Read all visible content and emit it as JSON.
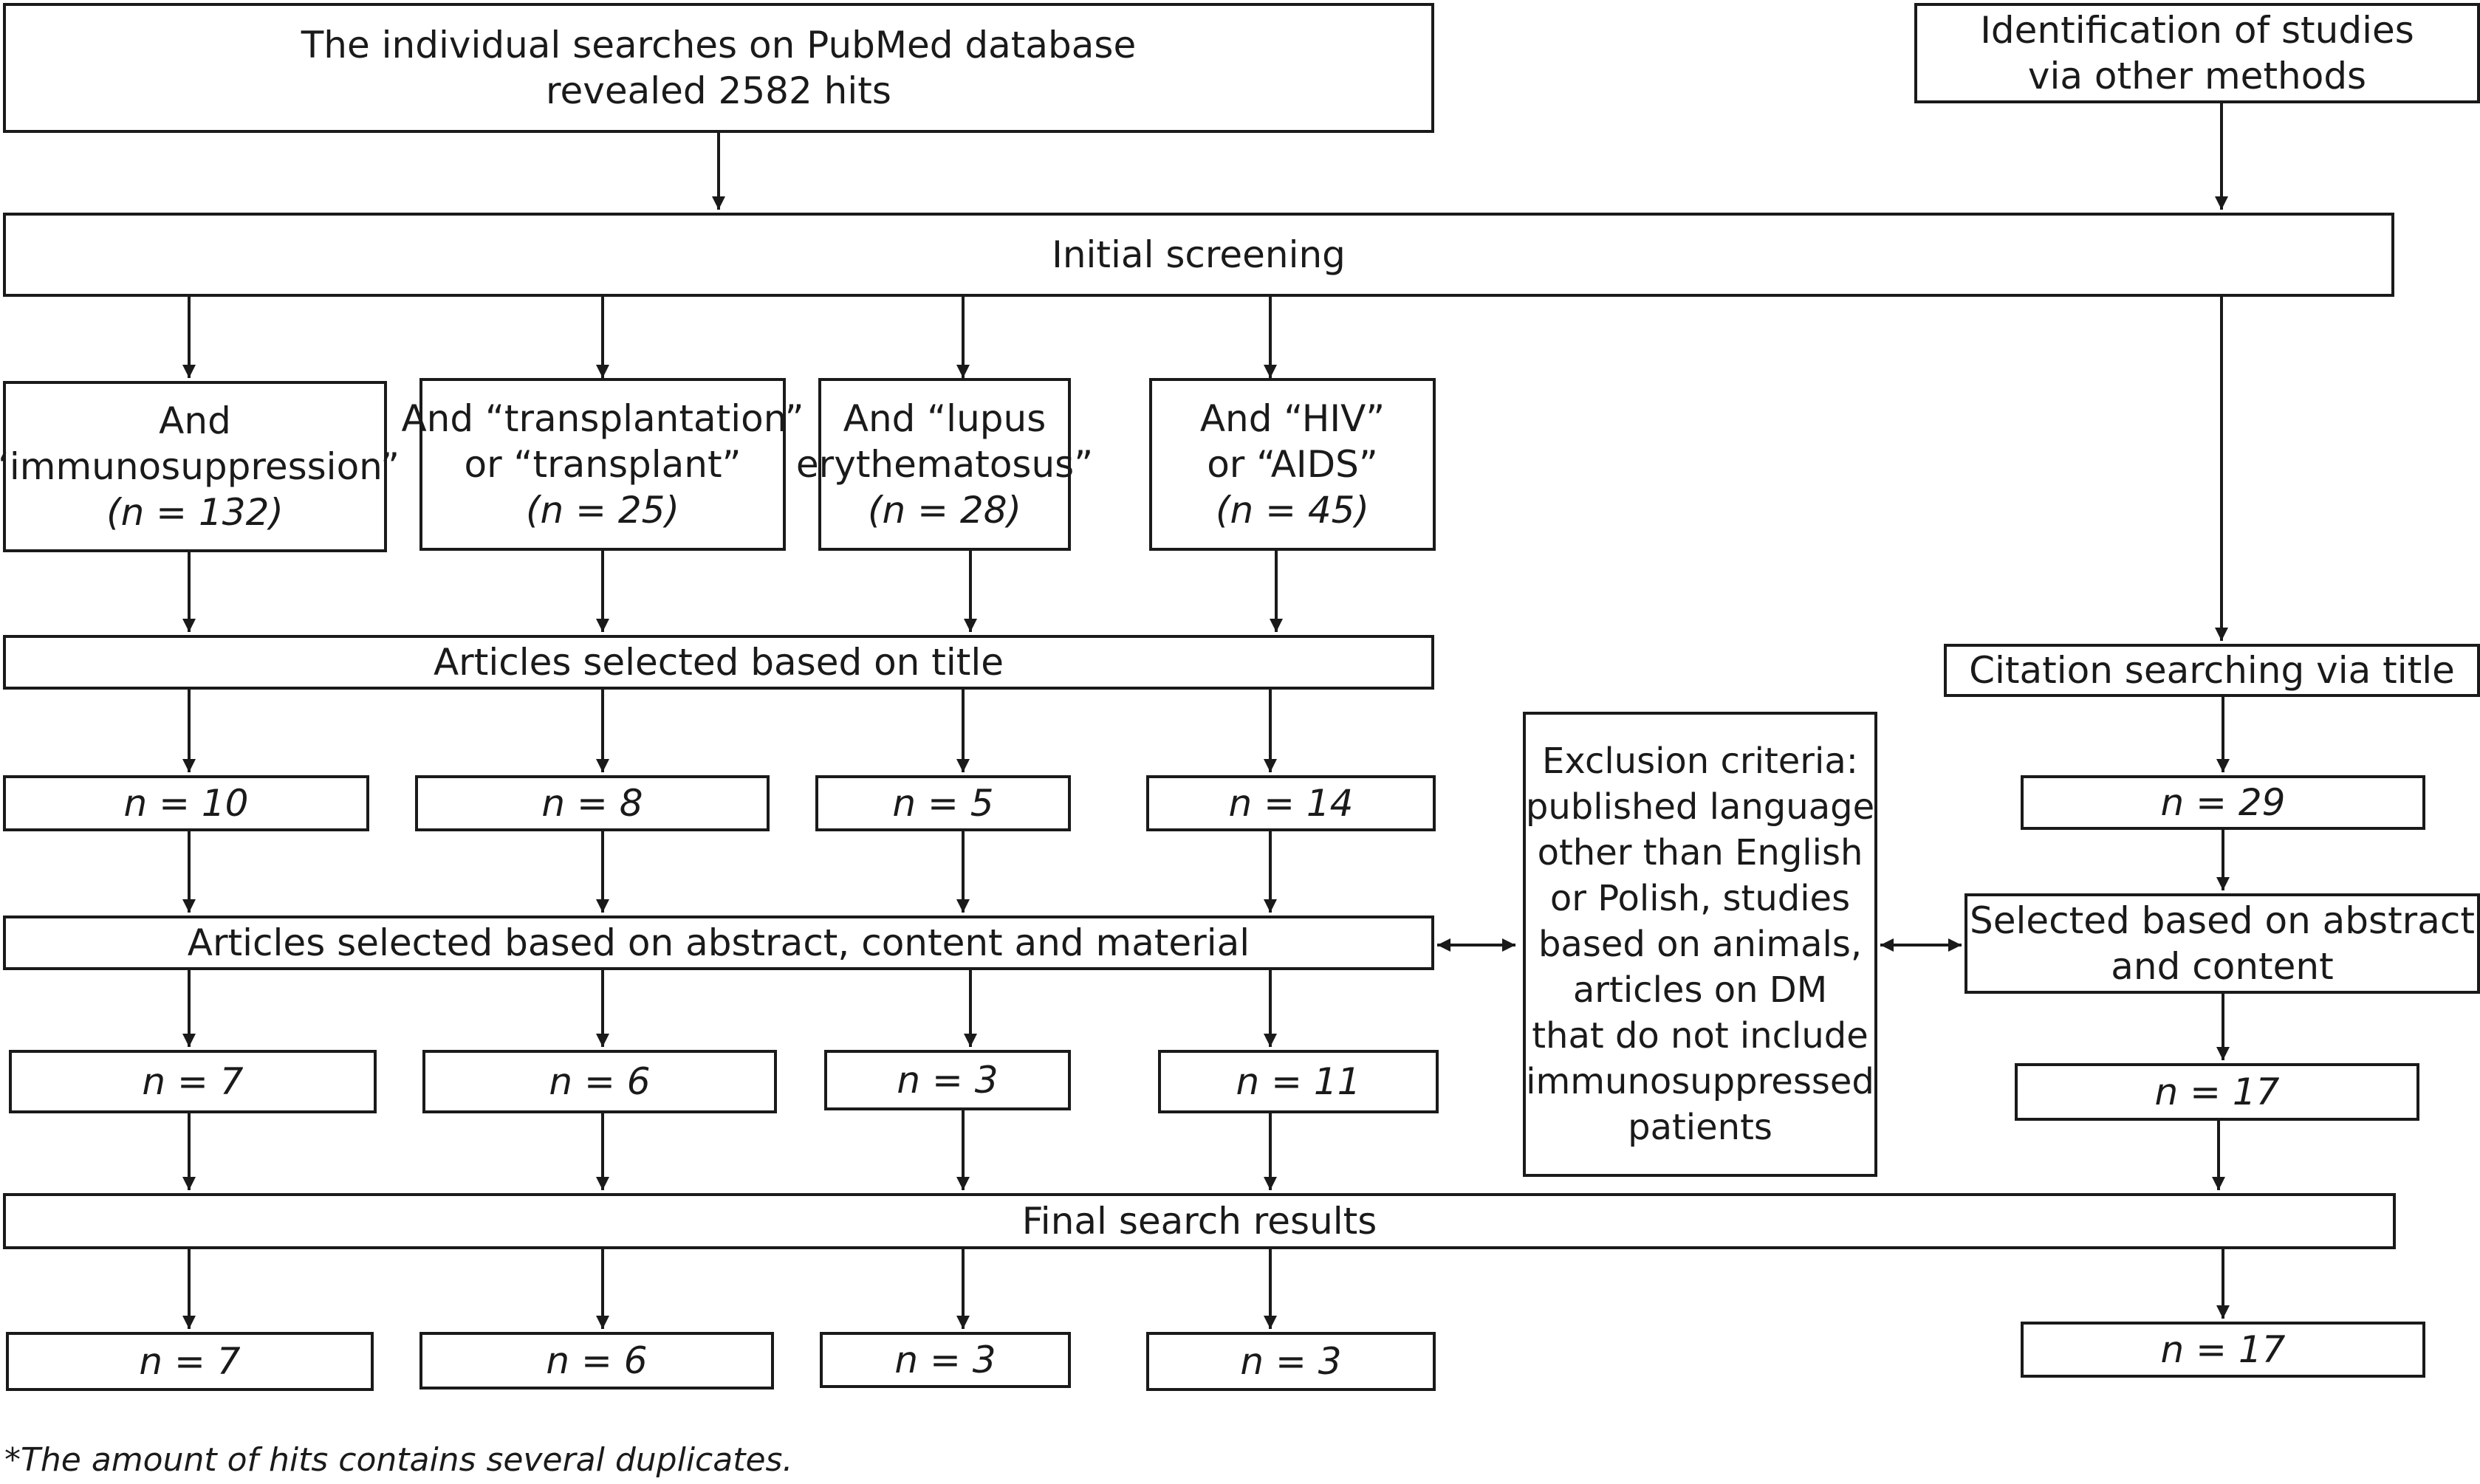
{
  "top": {
    "pubmed": [
      "The individual searches on PubMed database",
      "revealed 2582 hits"
    ],
    "other_methods": [
      "Identification of studies",
      "via other methods"
    ]
  },
  "initial_screening": "Initial screening",
  "categories": [
    {
      "lines": [
        "And",
        "“immunosuppression”"
      ],
      "count": "(n = 132)"
    },
    {
      "lines": [
        "And “transplantation”",
        "or “transplant”"
      ],
      "count": "(n = 25)"
    },
    {
      "lines": [
        "And “lupus",
        "erythematosus”"
      ],
      "count": "(n = 28)"
    },
    {
      "lines": [
        "And “HIV”",
        "or “AIDS”"
      ],
      "count": "(n = 45)"
    }
  ],
  "articles_by_title": "Articles selected based on title",
  "after_title": [
    "n = 10",
    "n = 8",
    "n = 5",
    "n = 14"
  ],
  "articles_by_abstract": "Articles selected based on abstract, content and material",
  "after_abstract": [
    "n = 7",
    "n = 6",
    "n = 3",
    "n = 11"
  ],
  "final_search": "Final search results",
  "final_counts": [
    "n = 7",
    "n = 6",
    "n = 3",
    "n = 3"
  ],
  "citation": {
    "title": "Citation searching via title",
    "after_title": "n = 29",
    "abstract": [
      "Selected based on abstract",
      "and content"
    ],
    "after_abstract": "n = 17",
    "final": "n = 17"
  },
  "exclusion": [
    "Exclusion criteria:",
    "published language",
    "other than English",
    "or Polish, studies",
    "based on animals,",
    "articles on DM",
    "that do not include",
    "immunosuppressed",
    "patients"
  ],
  "footnote": "*The amount of hits contains several duplicates."
}
